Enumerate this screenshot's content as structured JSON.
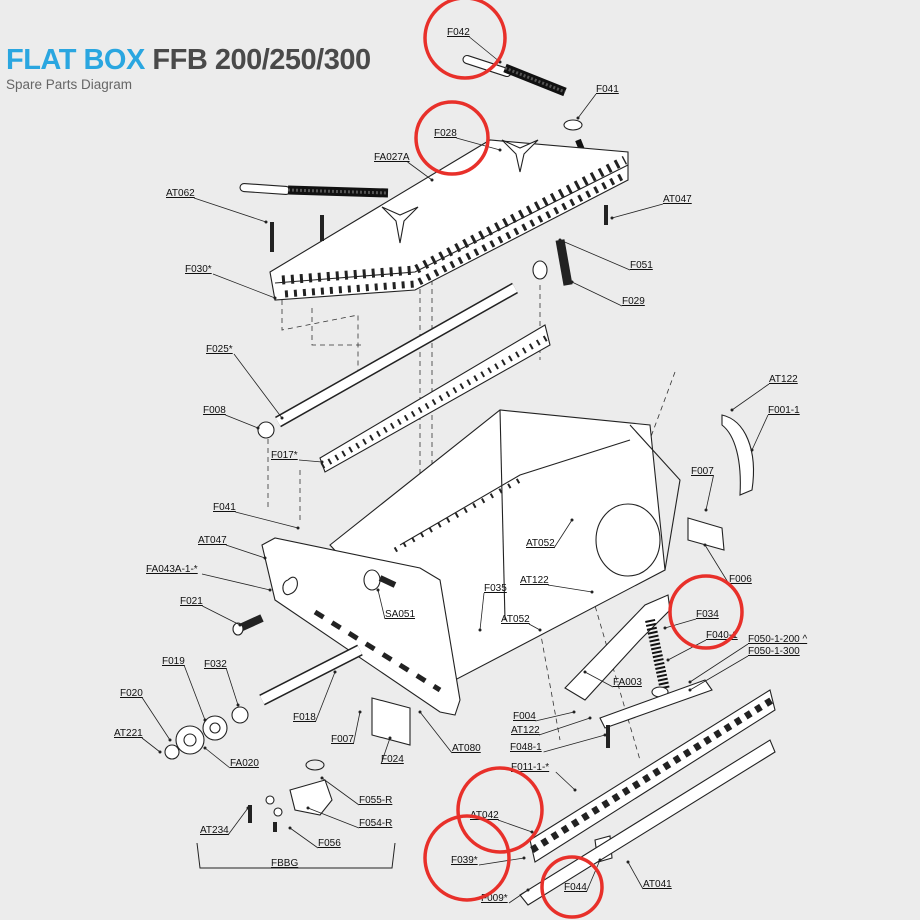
{
  "header": {
    "brand": "FLAT BOX",
    "model": "FFB 200/250/300",
    "subtitle": "Spare Parts Diagram"
  },
  "colors": {
    "brand": "#2aa6e0",
    "highlight": "#e8302a",
    "line": "#222222"
  },
  "callouts": [
    {
      "id": "F042",
      "text": "F042",
      "highlight": true
    },
    {
      "id": "F041_top",
      "text": "F041"
    },
    {
      "id": "F028",
      "text": "F028",
      "highlight": true
    },
    {
      "id": "FA027A",
      "text": "FA027A"
    },
    {
      "id": "AT062",
      "text": "AT062"
    },
    {
      "id": "AT047_top",
      "text": "AT047"
    },
    {
      "id": "F030",
      "text": "F030*"
    },
    {
      "id": "F051",
      "text": "F051"
    },
    {
      "id": "F029",
      "text": "F029"
    },
    {
      "id": "F025",
      "text": "F025*"
    },
    {
      "id": "AT122_top",
      "text": "AT122"
    },
    {
      "id": "F001_1",
      "text": "F001-1"
    },
    {
      "id": "F008",
      "text": "F008"
    },
    {
      "id": "F017",
      "text": "F017*"
    },
    {
      "id": "F007_right",
      "text": "F007"
    },
    {
      "id": "F041_mid",
      "text": "F041"
    },
    {
      "id": "AT052_mid",
      "text": "AT052"
    },
    {
      "id": "AT047_mid",
      "text": "AT047"
    },
    {
      "id": "FA043A",
      "text": "FA043A-1-*"
    },
    {
      "id": "F006",
      "text": "F006"
    },
    {
      "id": "F035",
      "text": "F035"
    },
    {
      "id": "AT122_mid",
      "text": "AT122"
    },
    {
      "id": "F034",
      "text": "F034",
      "highlight": true
    },
    {
      "id": "F021",
      "text": "F021"
    },
    {
      "id": "SA051",
      "text": "SA051"
    },
    {
      "id": "AT052_low",
      "text": "AT052"
    },
    {
      "id": "F040_1",
      "text": "F040-1"
    },
    {
      "id": "F050_200",
      "text": "F050-1-200 ^"
    },
    {
      "id": "F050_300",
      "text": "F050-1-300"
    },
    {
      "id": "F019",
      "text": "F019"
    },
    {
      "id": "F032",
      "text": "F032"
    },
    {
      "id": "FA003",
      "text": "FA003"
    },
    {
      "id": "F020",
      "text": "F020"
    },
    {
      "id": "F018",
      "text": "F018"
    },
    {
      "id": "F004",
      "text": "F004"
    },
    {
      "id": "AT122_low",
      "text": "AT122"
    },
    {
      "id": "AT221",
      "text": "AT221"
    },
    {
      "id": "F007_low",
      "text": "F007"
    },
    {
      "id": "AT080",
      "text": "AT080"
    },
    {
      "id": "F048_1",
      "text": "F048-1"
    },
    {
      "id": "FA020",
      "text": "FA020"
    },
    {
      "id": "F024",
      "text": "F024"
    },
    {
      "id": "F011_1",
      "text": "F011-1-*"
    },
    {
      "id": "F055_R",
      "text": "F055-R"
    },
    {
      "id": "AT042",
      "text": "AT042",
      "highlight": true
    },
    {
      "id": "AT234",
      "text": "AT234"
    },
    {
      "id": "F054_R",
      "text": "F054-R"
    },
    {
      "id": "F056",
      "text": "F056"
    },
    {
      "id": "F039",
      "text": "F039*",
      "highlight": true
    },
    {
      "id": "FBBG",
      "text": "FBBG"
    },
    {
      "id": "F044",
      "text": "F044",
      "highlight": true
    },
    {
      "id": "AT041",
      "text": "AT041"
    },
    {
      "id": "F009",
      "text": "F009*"
    }
  ]
}
